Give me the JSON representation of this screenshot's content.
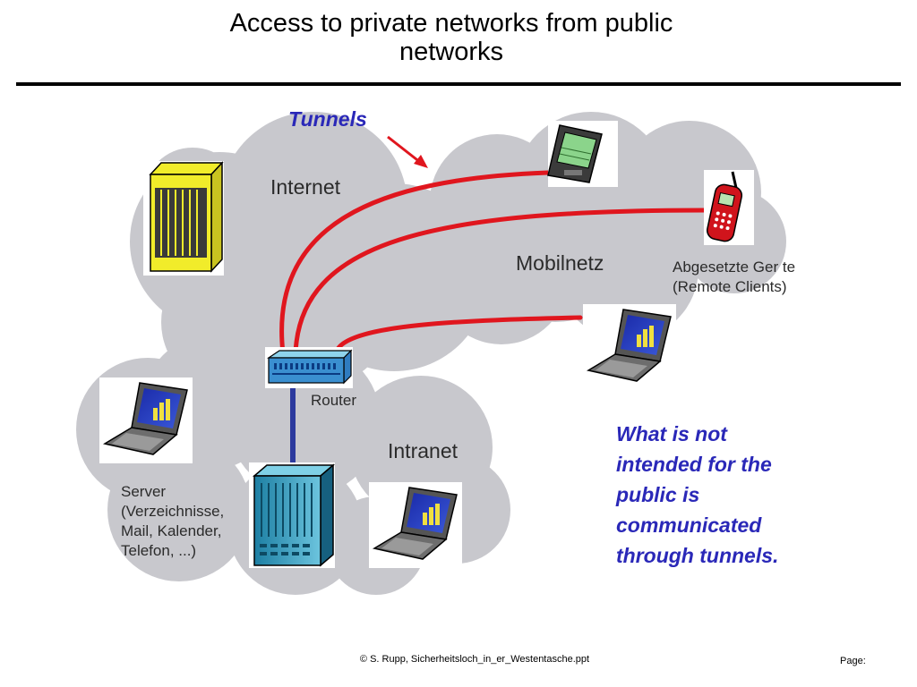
{
  "title": [
    "Access to private networks from public",
    "networks"
  ],
  "labels": {
    "tunnels": "Tunnels",
    "internet": "Internet",
    "mobilnetz": "Mobilnetz",
    "remote_clients": [
      "Abgesetzte Ger te",
      "(Remote Clients)"
    ],
    "router": "Router",
    "intranet": "Intranet",
    "server": [
      "Server",
      "(Verzeichnisse,",
      "Mail, Kalender,",
      "Telefon, ...)"
    ]
  },
  "note": [
    "What is not",
    "intended for the",
    "public is",
    "communicated",
    "through tunnels."
  ],
  "footer": {
    "copyright": "©  S. Rupp, Sicherheitsloch_in_er_Westentasche.ppt",
    "page": "Page:"
  },
  "colors": {
    "cloud": "#c8c8cd",
    "tunnel": "#e0161e",
    "accent_text": "#2a28b8",
    "link": "#2c3a9e"
  },
  "icons": [
    "server-yellow-icon",
    "server-teal-icon",
    "router-icon",
    "pda-icon",
    "mobile-phone-icon",
    "laptop-icon"
  ]
}
